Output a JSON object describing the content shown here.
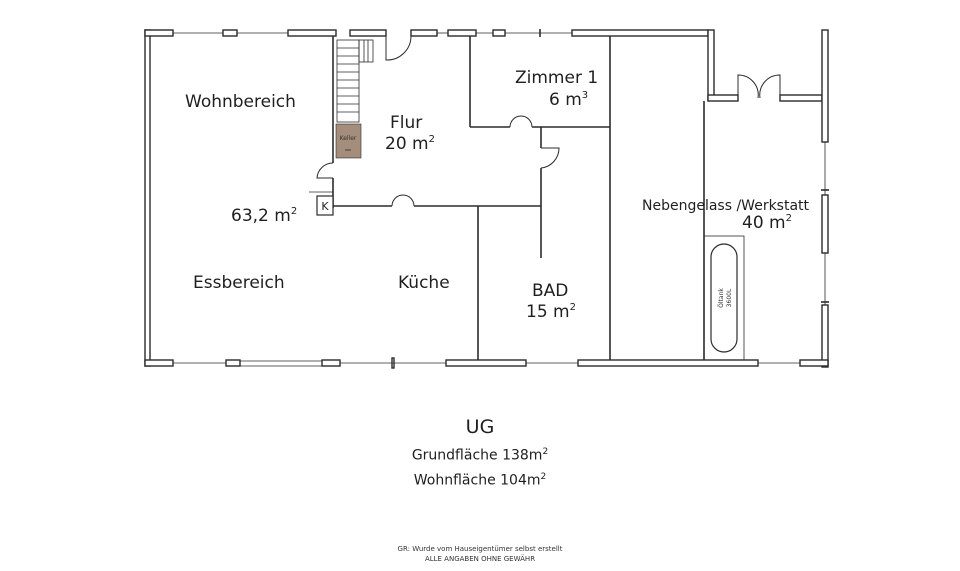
{
  "rooms": {
    "wohnbereich": "Wohnbereich",
    "wohn_area": "63,2 m",
    "essbereich": "Essbereich",
    "flur": "Flur",
    "flur_area": "20 m",
    "zimmer1": "Zimmer 1",
    "zimmer1_area": "6 m",
    "zimmer1_exp": "3",
    "kueche": "Küche",
    "bad": "BAD",
    "bad_area": "15 m",
    "nebengelass": "Nebengelass /Werkstatt",
    "nebengelass_area": "40 m",
    "sq": "2",
    "keller": "Keller",
    "k_box": "K",
    "oeltank_line1": "Öltank",
    "oeltank_line2": "3600L"
  },
  "footer": {
    "floor": "UG",
    "grundflaeche": "Grundfläche 138m",
    "wohnflaeche": "Wohnfläche 104m",
    "exp": "2",
    "note1": "GR: Wurde vom Hauseigentümer selbst erstellt",
    "note2": "ALLE ANGABEN OHNE GEWÄHR"
  }
}
